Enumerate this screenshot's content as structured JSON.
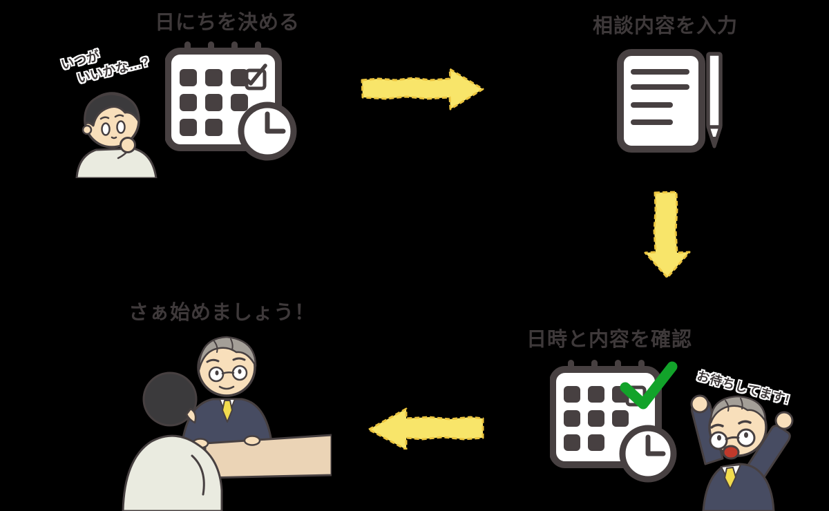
{
  "diagram": {
    "background": "#000000",
    "steps": [
      {
        "order": 1,
        "title": "日にちを決める",
        "icon": "calendar-with-checkbox-and-clock",
        "character": "thinking-young-man",
        "speech_line1": "いつが",
        "speech_line2": "いいかな…?"
      },
      {
        "order": 2,
        "title": "相談内容を入力",
        "icon": "document-with-pen"
      },
      {
        "order": 3,
        "title": "日時と内容を確認",
        "icon": "calendar-with-green-check-and-clock",
        "character": "happy-consultant-arms-raised",
        "speech": "お待ちしてます!"
      },
      {
        "order": 4,
        "title": "さぁ始めましょう！",
        "icon": "consultation-meeting-at-desk"
      }
    ],
    "flow": [
      {
        "from": 1,
        "to": 2,
        "arrow": "right"
      },
      {
        "from": 2,
        "to": 3,
        "arrow": "down"
      },
      {
        "from": 3,
        "to": 4,
        "arrow": "left"
      }
    ],
    "colors": {
      "background": "#000000",
      "title_text": "#3E393A",
      "outline_dark": "#474041",
      "icon_fill": "#FFFFFF",
      "arrow_fill": "#F8E56A",
      "arrow_edge": "#ECC53F",
      "check_green": "#12A32A",
      "skin": "#F8DFBB",
      "hair_dark": "#3B3A3C",
      "hair_gray": "#A49F98",
      "suit": "#474C62",
      "tie_yellow": "#F2DC4E",
      "desk": "#EBD4B6",
      "clothes_light": "#EAEBE0",
      "mouth_red": "#C0392B"
    }
  }
}
